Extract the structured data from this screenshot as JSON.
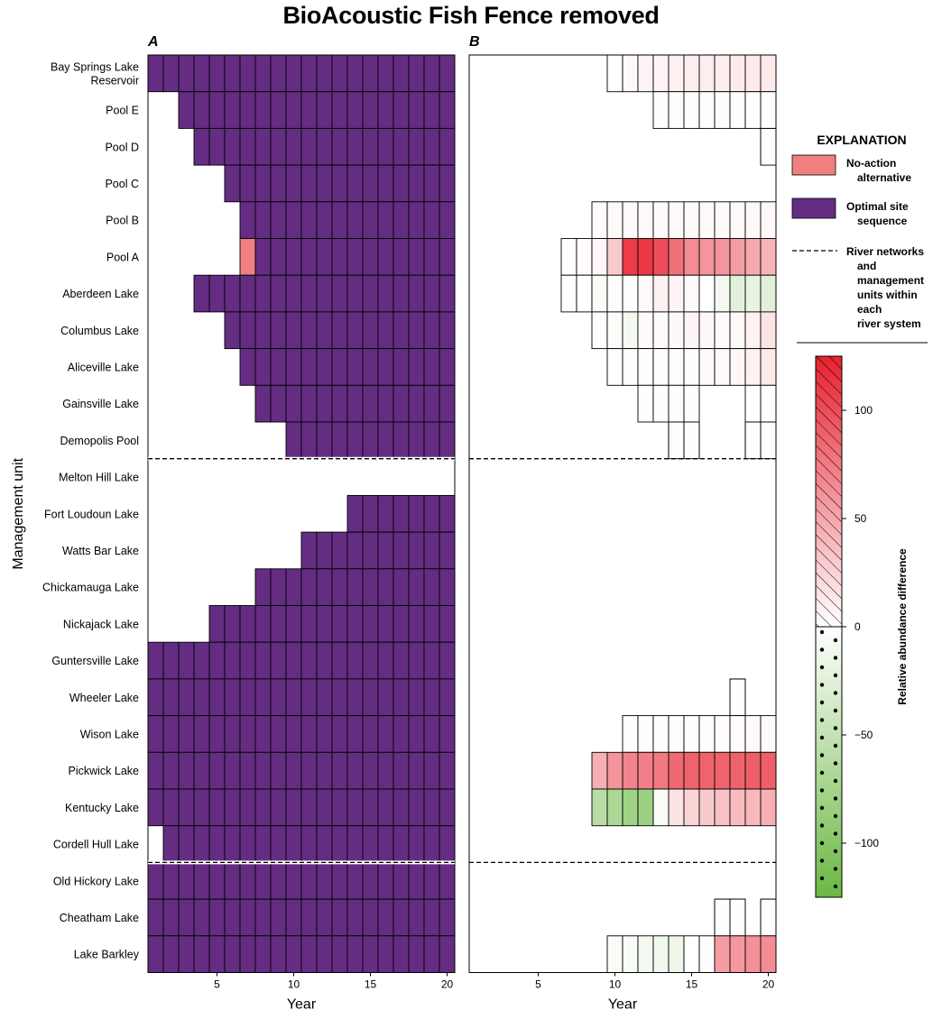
{
  "title": "BioAcoustic Fish Fence removed",
  "panels": {
    "a": "A",
    "b": "B"
  },
  "colors": {
    "optimal": "#642d82",
    "no_action": "#f08080",
    "positive": "#e8212f",
    "negative": "#6ab842",
    "cell_border": "#000000",
    "frame": "#000000",
    "dashed": "#000000"
  },
  "chart_data": {
    "type": "heatmap",
    "title": "BioAcoustic Fish Fence removed",
    "xlabel": "Year",
    "ylabel": "Management unit",
    "x_ticks": [
      5,
      10,
      15,
      20
    ],
    "x_range": [
      1,
      20
    ],
    "units": [
      "Bay Springs Lake Reservoir",
      "Pool E",
      "Pool D",
      "Pool C",
      "Pool B",
      "Pool A",
      "Aberdeen Lake",
      "Columbus Lake",
      "Aliceville Lake",
      "Gainsville Lake",
      "Demopolis Pool",
      "Melton Hill Lake",
      "Fort Loudoun Lake",
      "Watts Bar Lake",
      "Chickamauga Lake",
      "Nickajack Lake",
      "Guntersville Lake",
      "Wheeler Lake",
      "Wison Lake",
      "Pickwick Lake",
      "Kentucky Lake",
      "Cordell Hull Lake",
      "Old Hickory Lake",
      "Cheatham Lake",
      "Lake Barkley"
    ],
    "unit_label_lines": [
      [
        "Bay Springs Lake",
        "Reservoir"
      ],
      [
        "Pool E"
      ],
      [
        "Pool D"
      ],
      [
        "Pool C"
      ],
      [
        "Pool B"
      ],
      [
        "Pool A"
      ],
      [
        "Aberdeen Lake"
      ],
      [
        "Columbus Lake"
      ],
      [
        "Aliceville Lake"
      ],
      [
        "Gainsville Lake"
      ],
      [
        "Demopolis Pool"
      ],
      [
        "Melton Hill Lake"
      ],
      [
        "Fort Loudoun Lake"
      ],
      [
        "Watts Bar Lake"
      ],
      [
        "Chickamauga Lake"
      ],
      [
        "Nickajack Lake"
      ],
      [
        "Guntersville Lake"
      ],
      [
        "Wheeler Lake"
      ],
      [
        "Wison Lake"
      ],
      [
        "Pickwick Lake"
      ],
      [
        "Kentucky Lake"
      ],
      [
        "Cordell Hull Lake"
      ],
      [
        "Old Hickory Lake"
      ],
      [
        "Cheatham Lake"
      ],
      [
        "Lake Barkley"
      ]
    ],
    "river_system_boundaries_after_unit": [
      "Demopolis Pool",
      "Cordell Hull Lake"
    ],
    "panel_a": {
      "title": "A",
      "start_year": [
        1,
        3,
        4,
        6,
        7,
        7,
        4,
        6,
        7,
        8,
        10,
        null,
        14,
        11,
        8,
        5,
        1,
        1,
        1,
        1,
        1,
        2,
        1,
        1,
        1
      ],
      "no_action_cells": [
        {
          "unit": "Pool A",
          "year": 7
        }
      ]
    },
    "panel_b": {
      "title": "B",
      "value_range": [
        -125,
        125
      ],
      "rows": [
        [
          null,
          null,
          null,
          null,
          null,
          null,
          null,
          null,
          null,
          1,
          4,
          6,
          6,
          8,
          10,
          10,
          10,
          12,
          12,
          12
        ],
        [
          null,
          null,
          null,
          null,
          null,
          null,
          null,
          null,
          null,
          null,
          null,
          null,
          1,
          1,
          1,
          1,
          1,
          1,
          1,
          1
        ],
        [
          null,
          null,
          null,
          null,
          null,
          null,
          null,
          null,
          null,
          null,
          null,
          null,
          null,
          null,
          null,
          null,
          null,
          null,
          null,
          1
        ],
        [
          null,
          null,
          null,
          null,
          null,
          null,
          null,
          null,
          null,
          null,
          null,
          null,
          null,
          null,
          null,
          null,
          null,
          null,
          null,
          null
        ],
        [
          null,
          null,
          null,
          null,
          null,
          null,
          null,
          null,
          2,
          3,
          3,
          2,
          2,
          3,
          3,
          3,
          3,
          3,
          4,
          4
        ],
        [
          null,
          null,
          null,
          null,
          null,
          null,
          1,
          2,
          5,
          30,
          110,
          112,
          100,
          80,
          65,
          60,
          60,
          55,
          48,
          42
        ],
        [
          null,
          null,
          null,
          null,
          null,
          null,
          0,
          0,
          -5,
          -2,
          1,
          3,
          8,
          6,
          3,
          0,
          -10,
          -25,
          -20,
          -25
        ],
        [
          null,
          null,
          null,
          null,
          null,
          null,
          null,
          null,
          1,
          -3,
          -10,
          2,
          3,
          4,
          6,
          4,
          3,
          3,
          8,
          15
        ],
        [
          null,
          null,
          null,
          null,
          null,
          null,
          null,
          null,
          null,
          1,
          1,
          1,
          1,
          1,
          1,
          2,
          3,
          5,
          8,
          12
        ],
        [
          null,
          null,
          null,
          null,
          null,
          null,
          null,
          null,
          null,
          null,
          null,
          1,
          1,
          1,
          1,
          null,
          null,
          null,
          1,
          1
        ],
        [
          null,
          null,
          null,
          null,
          null,
          null,
          null,
          null,
          null,
          null,
          null,
          null,
          null,
          1,
          1,
          null,
          null,
          null,
          1,
          1
        ],
        [
          null,
          null,
          null,
          null,
          null,
          null,
          null,
          null,
          null,
          null,
          null,
          null,
          null,
          null,
          null,
          null,
          null,
          null,
          null,
          null
        ],
        [
          null,
          null,
          null,
          null,
          null,
          null,
          null,
          null,
          null,
          null,
          null,
          null,
          null,
          null,
          null,
          null,
          null,
          null,
          null,
          null
        ],
        [
          null,
          null,
          null,
          null,
          null,
          null,
          null,
          null,
          null,
          null,
          null,
          null,
          null,
          null,
          null,
          null,
          null,
          null,
          null,
          null
        ],
        [
          null,
          null,
          null,
          null,
          null,
          null,
          null,
          null,
          null,
          null,
          null,
          null,
          null,
          null,
          null,
          null,
          null,
          null,
          null,
          null
        ],
        [
          null,
          null,
          null,
          null,
          null,
          null,
          null,
          null,
          null,
          null,
          null,
          null,
          null,
          null,
          null,
          null,
          null,
          null,
          null,
          null
        ],
        [
          null,
          null,
          null,
          null,
          null,
          null,
          null,
          null,
          null,
          null,
          null,
          null,
          null,
          null,
          null,
          null,
          null,
          null,
          null,
          null
        ],
        [
          null,
          null,
          null,
          null,
          null,
          null,
          null,
          null,
          null,
          null,
          null,
          null,
          null,
          null,
          null,
          null,
          null,
          1,
          null,
          null
        ],
        [
          null,
          null,
          null,
          null,
          null,
          null,
          null,
          null,
          null,
          null,
          1,
          1,
          1,
          1,
          1,
          1,
          1,
          2,
          3,
          3
        ],
        [
          null,
          null,
          null,
          null,
          null,
          null,
          null,
          null,
          45,
          60,
          70,
          72,
          75,
          85,
          88,
          88,
          88,
          88,
          90,
          90
        ],
        [
          null,
          null,
          null,
          null,
          null,
          null,
          null,
          null,
          -60,
          -70,
          -80,
          -82,
          -5,
          15,
          25,
          30,
          35,
          38,
          40,
          45
        ],
        [
          null,
          null,
          null,
          null,
          null,
          null,
          null,
          null,
          null,
          null,
          null,
          null,
          null,
          null,
          null,
          null,
          null,
          null,
          null,
          null
        ],
        [
          null,
          null,
          null,
          null,
          null,
          null,
          null,
          null,
          null,
          null,
          null,
          null,
          null,
          null,
          null,
          null,
          null,
          null,
          null,
          null
        ],
        [
          null,
          null,
          null,
          null,
          null,
          null,
          null,
          null,
          null,
          null,
          null,
          null,
          null,
          null,
          null,
          null,
          1,
          1,
          null,
          1
        ],
        [
          null,
          null,
          null,
          null,
          null,
          null,
          null,
          null,
          null,
          -5,
          -6,
          -10,
          -12,
          -14,
          0,
          1,
          55,
          58,
          62,
          65
        ]
      ]
    },
    "open_top_markers": [
      {
        "unit": "Pool D",
        "years": [
          20
        ]
      },
      {
        "unit": "Demopolis Pool",
        "years": [
          14,
          15,
          19,
          20
        ]
      },
      {
        "unit": "Wheeler Lake",
        "years": [
          18
        ]
      },
      {
        "unit": "Cheatham Lake",
        "years": [
          17,
          18,
          20
        ]
      }
    ],
    "colorbar": {
      "label": "Relative abundance difference",
      "ticks": [
        100,
        50,
        0,
        -50,
        -100
      ],
      "tick_labels": [
        "100",
        "50",
        "0",
        "−50",
        "−100"
      ],
      "range": [
        -125,
        125
      ],
      "positive_pattern": "hatched",
      "negative_pattern": "dotted"
    }
  },
  "explanation": {
    "title": "EXPLANATION",
    "items": [
      {
        "key": "no_action",
        "lines": [
          "No-action",
          "alternative"
        ]
      },
      {
        "key": "optimal",
        "lines": [
          "Optimal site",
          "sequence"
        ]
      },
      {
        "key": "dashed",
        "lines": [
          "River networks",
          "and",
          "management",
          "units within",
          "each",
          "river system"
        ]
      }
    ]
  }
}
